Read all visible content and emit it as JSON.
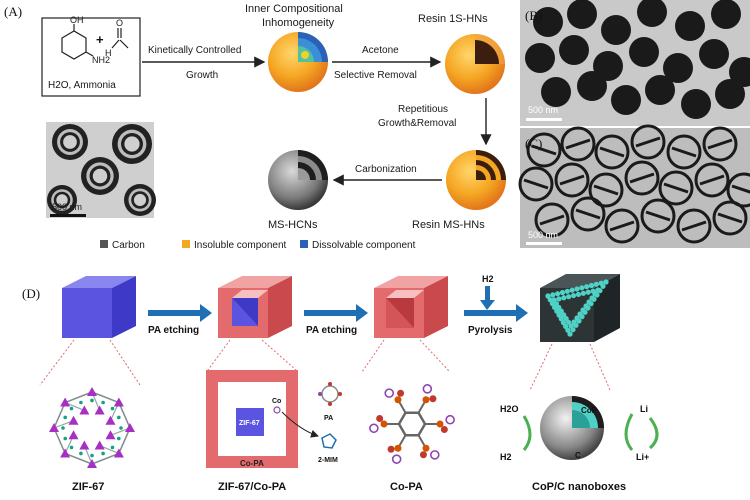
{
  "panels": {
    "a": "(A)",
    "b": "(B)",
    "c": "(C)",
    "d": "(D)"
  },
  "top": {
    "reagents_line": "H2O, Ammonia",
    "oh": "OH",
    "nh2": "NH2",
    "h": "H",
    "o": "O",
    "plus": "+",
    "step1_top": "Kinetically Controlled",
    "step1_bottom": "Growth",
    "inhomogeneity_line1": "Inner Compositional",
    "inhomogeneity_line2": "Inhomogeneity",
    "step2_top": "Acetone",
    "step2_bottom": "Selective Removal",
    "resin_1s": "Resin 1S-HNs",
    "step3_line1": "Repetitious",
    "step3_line2": "Growth&Removal",
    "resin_ms": "Resin MS-HNs",
    "step4": "Carbonization",
    "ms_hcns": "MS-HCNs",
    "scale_a": "500 nm",
    "scale_b": "500 nm",
    "scale_c": "500 nm",
    "legend": [
      {
        "label": "Carbon",
        "color": "#555555"
      },
      {
        "label": "Insoluble component",
        "color": "#f5a623"
      },
      {
        "label": "Dissolvable component",
        "color": "#2a62b8"
      }
    ]
  },
  "bottom": {
    "stage_labels": [
      "ZIF-67",
      "ZIF-67/Co-PA",
      "Co-PA",
      "CoP/C nanoboxes"
    ],
    "arrow1": "PA etching",
    "arrow2": "PA etching",
    "arrow3_top": "H2",
    "arrow3": "Pyrolysis",
    "inset_zif": "ZIF-67",
    "inset_copa": "Co-PA",
    "inset_co": "Co",
    "inset_pa": "PA",
    "inset_2mim": "2-MIM",
    "cop": "CoP",
    "c": "C",
    "h2o": "H2O",
    "h2": "H2",
    "li": "Li",
    "li_plus": "Li+"
  },
  "colors": {
    "cube_blue": "#5a54e0",
    "shell_red": "#e36b6e",
    "teal": "#4fd1c5",
    "arrow_blue": "#1f6fb5",
    "dark_cube": "#2d3436",
    "green_arrow": "#4caf50"
  }
}
